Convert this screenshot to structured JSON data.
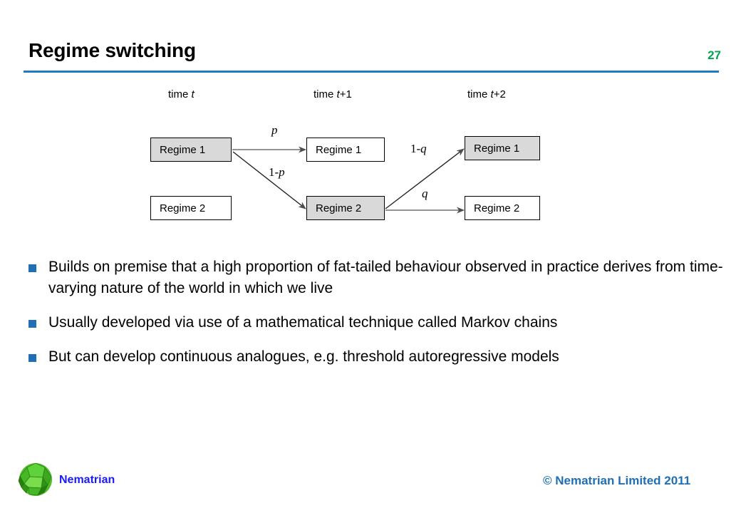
{
  "slide": {
    "title": "Regime switching",
    "page_number": "27",
    "rule_color": "#1f7ac0",
    "page_number_color": "#00a550"
  },
  "diagram": {
    "time_labels": [
      {
        "prefix": "time ",
        "var": "t",
        "suffix": ""
      },
      {
        "prefix": "time ",
        "var": "t",
        "suffix": "+1"
      },
      {
        "prefix": "time ",
        "var": "t",
        "suffix": "+2"
      }
    ],
    "boxes": [
      {
        "id": "t-regime-1",
        "label": "Regime  1",
        "shaded": true,
        "column": "time t"
      },
      {
        "id": "t-regime-2",
        "label": "Regime 2",
        "shaded": false,
        "column": "time t"
      },
      {
        "id": "t1-regime-1",
        "label": "Regime  1",
        "shaded": false,
        "column": "time t+1"
      },
      {
        "id": "t1-regime-2",
        "label": "Regime  2",
        "shaded": true,
        "column": "time t+1"
      },
      {
        "id": "t2-regime-1",
        "label": "Regime  1",
        "shaded": true,
        "column": "time t+2"
      },
      {
        "id": "t2-regime-2",
        "label": "Regime 2",
        "shaded": false,
        "column": "time t+2"
      }
    ],
    "transitions": [
      {
        "id": "p",
        "prefix": "",
        "var": "p",
        "from": "t-regime-1",
        "to": "t1-regime-1"
      },
      {
        "id": "1-p",
        "prefix": "1-",
        "var": "p",
        "from": "t-regime-1",
        "to": "t1-regime-2"
      },
      {
        "id": "1-q",
        "prefix": "1-",
        "var": "q",
        "from": "t1-regime-2",
        "to": "t2-regime-1"
      },
      {
        "id": "q",
        "prefix": "",
        "var": "q",
        "from": "t1-regime-2",
        "to": "t2-regime-2"
      }
    ],
    "shaded_fill": "#d9d9d9"
  },
  "bullets": [
    "Builds on premise that a high proportion of fat-tailed behaviour observed in practice derives from time-varying nature of the world in which we live",
    "Usually developed via use of a mathematical technique called Markov chains",
    "But can develop continuous analogues, e.g. threshold autoregressive models"
  ],
  "bullet_marker_color": "#1f6fb5",
  "footer": {
    "brand": "Nematrian",
    "brand_color": "#1a1aff",
    "copyright": "© Nematrian Limited 2011",
    "copyright_color": "#1f6fb5",
    "logo_icon": "polyhedron-icon"
  }
}
